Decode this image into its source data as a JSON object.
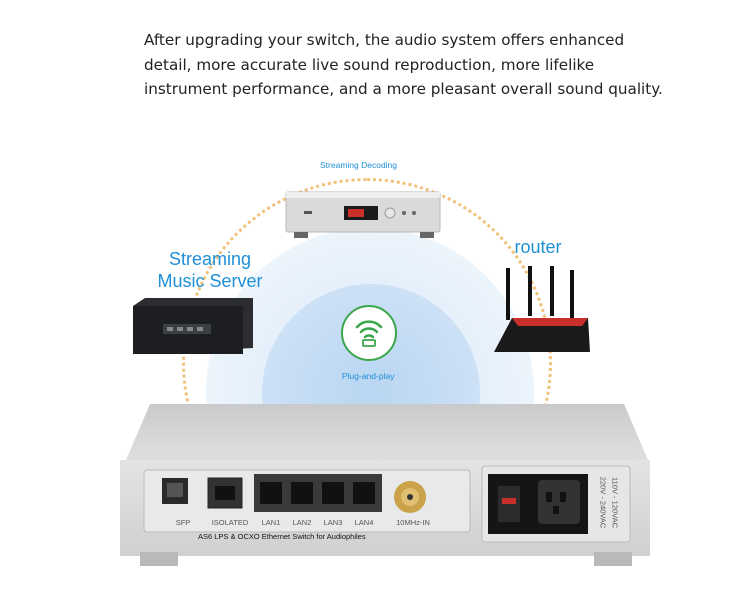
{
  "intro": {
    "line1": "After upgrading your switch, the audio system offers enhanced",
    "line2": "detail, more accurate live sound reproduction, more lifelike",
    "line3": "instrument performance, and a more pleasant overall sound quality."
  },
  "labels": {
    "streaming_decoding": "Streaming Decoding",
    "streaming_server_line1": "Streaming",
    "streaming_server_line2": "Music Server",
    "router": "router",
    "plug_and_play": "Plug-and-play"
  },
  "switch": {
    "ports": [
      "SFP",
      "ISOLATED",
      "LAN1",
      "LAN2",
      "LAN3",
      "LAN4",
      "10MHz-IN"
    ],
    "voltage_1": "110V - 120VAC",
    "voltage_2": "220V - 240VAC",
    "caption": "AS6 LPS & OCXO Ethernet Switch for Audiophiles"
  },
  "colors": {
    "accent_blue": "#1f8fd6",
    "wifi_green": "#3aa64a",
    "arc_dots": "#f0c27a"
  }
}
